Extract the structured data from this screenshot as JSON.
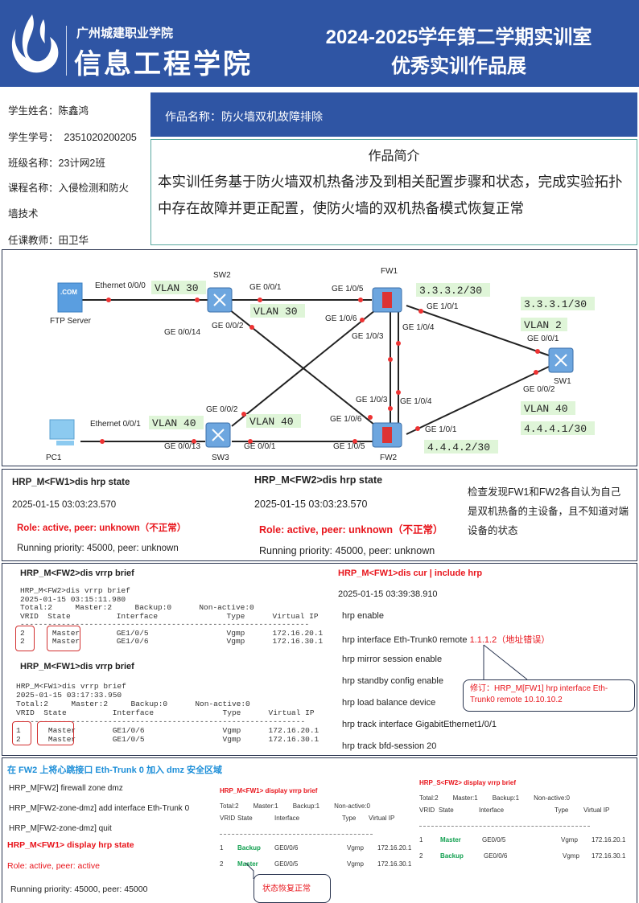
{
  "header": {
    "school": "广州城建职业学院",
    "college": "信息工程学院",
    "title_line1": "2024-2025学年第二学期实训室",
    "title_line2": "优秀实训作品展",
    "brand_color": "#2f55a4"
  },
  "student": {
    "name": "学生姓名：陈鑫鸿",
    "id_label": "学生学号：",
    "id": "2351020200205",
    "class": "班级名称：23计网2班",
    "course_line1": "课程名称：入侵检测和防火",
    "course_line2": "墙技术",
    "teacher": "任课教师：田卫华"
  },
  "work": {
    "title": "作品名称：防火墙双机故障排除",
    "intro_heading": "作品简介",
    "intro_text": "本实训任务基于防火墙双机热备涉及到相关配置步骤和状态，完成实验拓扑中存在故障并更正配置，使防火墙的双机热备模式恢复正常"
  },
  "topology": {
    "nodes": {
      "ftp": "FTP Server",
      "sw2": "SW2",
      "fw1": "FW1",
      "sw1": "SW1",
      "sw3": "SW3",
      "fw2": "FW2",
      "pc1": "PC1",
      "com": ".COM"
    },
    "labels": [
      "Ethernet 0/0/0",
      "GE 0/0/14",
      "GE 0/0/1",
      "GE 0/0/2",
      "GE 1/0/5",
      "GE 1/0/6",
      "GE 1/0/3",
      "GE 1/0/4",
      "GE 1/0/1",
      "GE 0/0/1",
      "GE 0/0/2",
      "GE 1/0/3",
      "GE 1/0/4",
      "GE 1/0/6",
      "GE 1/0/1",
      "GE 0/0/2",
      "Ethernet 0/0/1",
      "GE 0/0/13",
      "GE 0/0/1",
      "GE 1/0/5"
    ],
    "tags": [
      "VLAN 30",
      "VLAN 30",
      "3.3.3.2/30",
      "3.3.3.1/30",
      "VLAN 2",
      "VLAN 40",
      "4.4.4.1/30",
      "VLAN 40",
      "VLAN 40",
      "4.4.4.2/30"
    ]
  },
  "hrp_state": {
    "fw1": {
      "cmd": "HRP_M<FW1>dis hrp state",
      "time": "2025-01-15 03:03:23.570",
      "role": "Role: active, peer: unknown（不正常）",
      "priority": "Running priority: 45000, peer: unknown"
    },
    "fw2": {
      "cmd": "HRP_M<FW2>dis hrp state",
      "time": "2025-01-15 03:03:23.570",
      "role": "Role: active, peer: unknown（不正常）",
      "priority": "Running priority: 45000, peer: unknown"
    },
    "note": "检查发现FW1和FW2各自认为自己是双机热备的主设备，且不知道对端设备的状态"
  },
  "vrrp": {
    "fw2": {
      "cmd": "HRP_M<FW2>dis vrrp brief",
      "output": "HRP_M<FW2>dis vrrp brief\n2025-01-15 03:15:11.980\nTotal:2     Master:2     Backup:0      Non-active:0\nVRID  State          Interface               Type      Virtual IP\n---------------------------------------------------------------\n2      Master        GE1/0/5                 Vgmp      172.16.20.1\n2      Master        GE1/0/6                 Vgmp      172.16.30.1"
    },
    "fw1": {
      "cmd": "HRP_M<FW1>dis vrrp brief",
      "output": "HRP_M<FW1>dis vrrp brief\n2025-01-15 03:17:33.950\nTotal:2     Master:2     Backup:0      Non-active:0\nVRID  State          Interface               Type      Virtual IP\n---------------------------------------------------------------\n1      Master        GE1/0/6                 Vgmp      172.16.20.1\n2      Master        GE1/0/5                 Vgmp      172.16.30.1"
    }
  },
  "config": {
    "cmd": "HRP_M<FW1>dis cur | include hrp",
    "time": "2025-01-15 03:39:38.910",
    "lines": [
      "hrp enable",
      "hrp interface Eth-Trunk0 remote ",
      "hrp mirror session enable",
      "hrp standby config enable",
      "hrp load balance device",
      "hrp track interface GigabitEthernet1/0/1",
      "hrp track bfd-session 20"
    ],
    "wrong_addr": "1.1.1.2（地址错误）",
    "fix": "修订：HRP_M[FW1] hrp interface Eth-Trunk0 remote 10.10.10.2"
  },
  "fix": {
    "heading": "在 FW2 上将心跳接口 Eth-Trunk 0 加入 dmz 安全区域",
    "cmds": [
      "HRP_M[FW2] firewall zone dmz",
      "HRP_M[FW2-zone-dmz] add interface Eth-Trunk 0",
      "HRP_M[FW2-zone-dmz] quit"
    ],
    "state_cmd": "HRP_M<FW1> display hrp state",
    "role": "Role: active, peer: active",
    "priority": "Running priority: 45000, peer: 45000",
    "recovered": "状态恢复正常",
    "fw1": {
      "cmd": "HRP_M<FW1> display vrrp brief",
      "summary": [
        "Total:2",
        "Master:1",
        "Backup:1",
        "Non-active:0"
      ],
      "headers": [
        "VRID",
        "State",
        "Interface",
        "Type",
        "Virtual IP"
      ],
      "rows": [
        [
          "1",
          "Backup",
          "GE0/0/6",
          "Vgmp",
          "172.16.20.1"
        ],
        [
          "2",
          "Master",
          "GE0/0/5",
          "Vgmp",
          "172.16.30.1"
        ]
      ]
    },
    "fw2": {
      "cmd": "HRP_S<FW2> display vrrp brief",
      "summary": [
        "Total:2",
        "Master:1",
        "Backup:1",
        "Non-active:0"
      ],
      "headers": [
        "VRID",
        "State",
        "Interface",
        "Type",
        "Virtual IP"
      ],
      "rows": [
        [
          "1",
          "Master",
          "GE0/0/5",
          "Vgmp",
          "172.16.20.1"
        ],
        [
          "2",
          "Backup",
          "GE0/0/6",
          "Vgmp",
          "172.16.30.1"
        ]
      ]
    }
  }
}
